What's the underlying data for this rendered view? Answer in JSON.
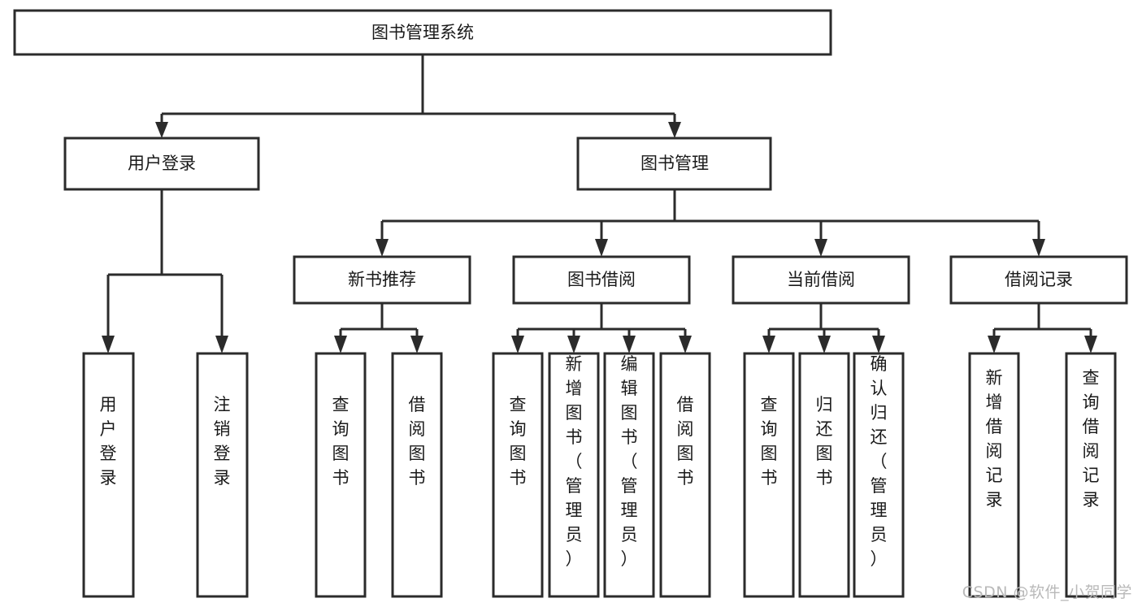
{
  "diagram": {
    "title": "图书管理系统",
    "type": "tree",
    "orientation": "top-down",
    "colors": {
      "box_fill": "#ffffff",
      "box_stroke": "#2b2b2b",
      "text": "#1a1a1a",
      "link": "#2b2b2b",
      "background": "#ffffff",
      "watermark": "#b9b9b9"
    },
    "root": {
      "id": "root",
      "label": "图书管理系统",
      "orientation": "horizontal"
    },
    "level2": [
      {
        "id": "user-login",
        "label": "用户登录",
        "orientation": "horizontal"
      },
      {
        "id": "book-manage",
        "label": "图书管理",
        "orientation": "horizontal"
      }
    ],
    "level3": [
      {
        "id": "new-book-recommend",
        "label": "新书推荐",
        "orientation": "horizontal",
        "parent": "book-manage"
      },
      {
        "id": "book-borrow",
        "label": "图书借阅",
        "orientation": "horizontal",
        "parent": "book-manage"
      },
      {
        "id": "current-borrow",
        "label": "当前借阅",
        "orientation": "horizontal",
        "parent": "book-manage"
      },
      {
        "id": "borrow-record",
        "label": "借阅记录",
        "orientation": "horizontal",
        "parent": "book-manage"
      }
    ],
    "leaves": [
      {
        "id": "leaf-user-login",
        "label": "用户登录",
        "orientation": "vertical",
        "parent": "user-login"
      },
      {
        "id": "leaf-user-logout",
        "label": "注销登录",
        "orientation": "vertical",
        "parent": "user-login"
      },
      {
        "id": "leaf-query-book-1",
        "label": "查询图书",
        "orientation": "vertical",
        "parent": "new-book-recommend"
      },
      {
        "id": "leaf-borrow-book-1",
        "label": "借阅图书",
        "orientation": "vertical",
        "parent": "new-book-recommend"
      },
      {
        "id": "leaf-query-book-2",
        "label": "查询图书",
        "orientation": "vertical",
        "parent": "book-borrow"
      },
      {
        "id": "leaf-add-book",
        "label": "新增图书（管理员）",
        "orientation": "vertical",
        "parent": "book-borrow"
      },
      {
        "id": "leaf-edit-book",
        "label": "编辑图书（管理员）",
        "orientation": "vertical",
        "parent": "book-borrow"
      },
      {
        "id": "leaf-borrow-book-2",
        "label": "借阅图书",
        "orientation": "vertical",
        "parent": "book-borrow"
      },
      {
        "id": "leaf-query-book-3",
        "label": "查询图书",
        "orientation": "vertical",
        "parent": "current-borrow"
      },
      {
        "id": "leaf-return-book",
        "label": "归还图书",
        "orientation": "vertical",
        "parent": "current-borrow"
      },
      {
        "id": "leaf-confirm-return",
        "label": "确认归还（管理员）",
        "orientation": "vertical",
        "parent": "current-borrow"
      },
      {
        "id": "leaf-add-record",
        "label": "新增借阅记录",
        "orientation": "vertical",
        "parent": "borrow-record"
      },
      {
        "id": "leaf-query-record",
        "label": "查询借阅记录",
        "orientation": "vertical",
        "parent": "borrow-record"
      }
    ]
  },
  "watermark": {
    "text": "CSDN @软件_小贺同学"
  }
}
